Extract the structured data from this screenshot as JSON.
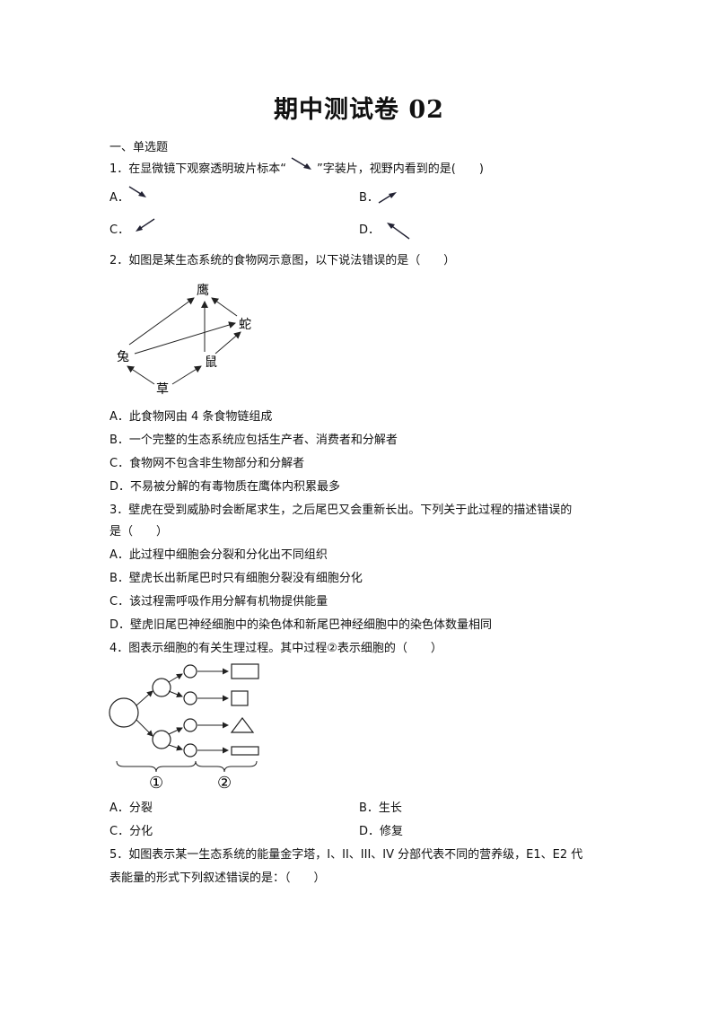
{
  "title": "期中测试卷 02",
  "section": "一、单选题",
  "q1": {
    "text_before": "1．在显微镜下观察透明玻片标本“",
    "text_after": "”字装片，视野内看到的是(　　)",
    "options": [
      "A．",
      "B．",
      "C．",
      "D．"
    ]
  },
  "q2": {
    "text": "2．如图是某生态系统的食物网示意图，以下说法错误的是（　　）",
    "diagram": {
      "eagle": "鹰",
      "snake": "蛇",
      "rabbit": "兔",
      "mouse": "鼠",
      "grass": "草"
    },
    "options": [
      "A．此食物网由 4 条食物链组成",
      "B．一个完整的生态系统应包括生产者、消费者和分解者",
      "C．食物网不包含非生物部分和分解者",
      "D．不易被分解的有毒物质在鹰体内积累最多"
    ]
  },
  "q3": {
    "text_line1": "3．壁虎在受到威胁时会断尾求生，之后尾巴又会重新长出。下列关于此过程的描述错误的",
    "text_line2": "是（　　）",
    "options": [
      "A．此过程中细胞会分裂和分化出不同组织",
      "B．壁虎长出新尾巴时只有细胞分裂没有细胞分化",
      "C．该过程需呼吸作用分解有机物提供能量",
      "D．壁虎旧尾巴神经细胞中的染色体和新尾巴神经细胞中的染色体数量相同"
    ]
  },
  "q4": {
    "text": "4．图表示细胞的有关生理过程。其中过程②表示细胞的（　　）",
    "diagram": {
      "label1": "①",
      "label2": "②"
    },
    "options": [
      "A．分裂",
      "B．生长",
      "C．分化",
      "D．修复"
    ]
  },
  "q5": {
    "text_line1": "5．如图表示某一生态系统的能量金字塔，I、II、III、IV 分部代表不同的营养级，E1、E2 代",
    "text_line2": "表能量的形式下列叙述错误的是：（　　）"
  }
}
